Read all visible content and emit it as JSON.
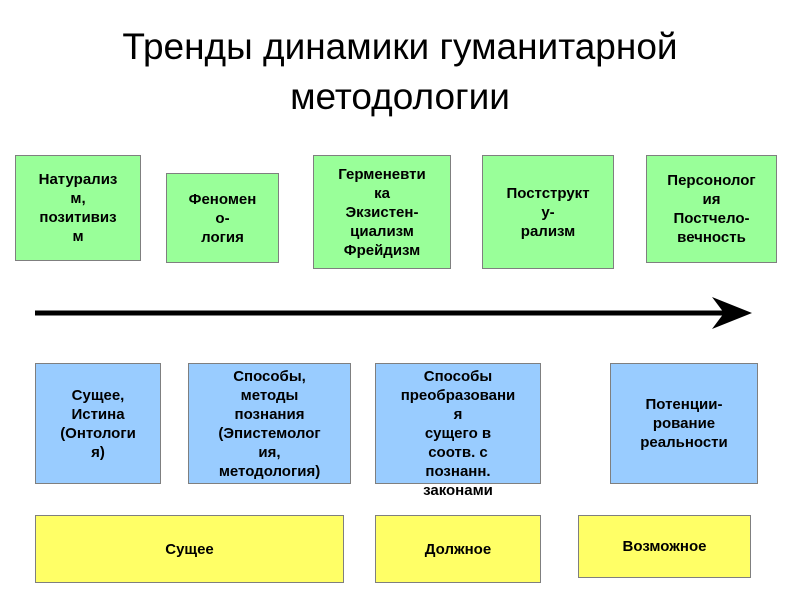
{
  "title": "Тренды динамики гуманитарной\nметодологии",
  "trends": [
    "Натурализ\nм,\nпозитивиз\nм",
    "Феномен\nо-\nлогия",
    "Герменевти\nка\nЭкзистен-\nциализм\nФрейдизм",
    "Постструкт\nу-\nрализм",
    "Персонолог\nия\nПостчело-\nвечность"
  ],
  "aspects": [
    "Сущее,\nИстина\n(Онтологи\nя)",
    "Способы,\nметоды\nпознания\n(Эпистемолог\nия,\nметодология)",
    "Способы\nпреобразовани\nя\nсущего в\nсоотв. с\nпознанн.\nзаконами",
    "Потенции-\nрование\nреальности"
  ],
  "modalities": [
    "Сущее",
    "Должное",
    "Возможное"
  ],
  "colors": {
    "trend": "#99ff99",
    "aspect": "#99ccff",
    "modality": "#ffff66"
  }
}
